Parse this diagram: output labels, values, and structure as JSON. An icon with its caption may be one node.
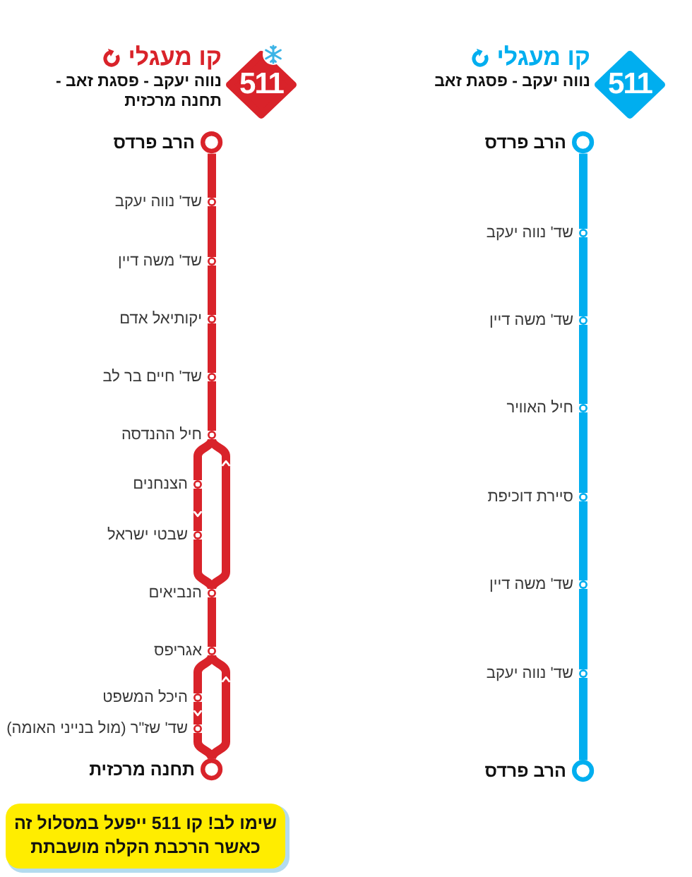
{
  "diagram": {
    "nodes": [
      {
        "text": [
          "511"
        ],
        "beside": [
          "קו מעגלי",
          "נווה יעקב - פסגת זאב - תחנה מרכזית"
        ]
      },
      {
        "text": [],
        "shape": "circle",
        "beside": [
          "הרב פרדס"
        ]
      },
      {
        "text": [],
        "shape": "circle",
        "beside": [
          "שד' נווה יעקב"
        ]
      },
      {
        "text": [],
        "shape": "circle",
        "beside": [
          "שד' משה דיין"
        ]
      },
      {
        "text": [],
        "shape": "circle",
        "beside": [
          "יקותיאל אדם"
        ]
      },
      {
        "text": [],
        "shape": "circle",
        "beside": [
          "שד' חיים בר לב"
        ]
      },
      {
        "text": [],
        "shape": "circle",
        "beside": [
          "חיל ההנדסה"
        ]
      },
      {
        "text": [],
        "shape": "circle",
        "beside": [
          "הצנחנים"
        ]
      },
      {
        "text": [],
        "shape": "circle",
        "beside": [
          "שבטי ישראל"
        ]
      },
      {
        "text": [],
        "shape": "circle",
        "beside": [
          "הנביאים"
        ]
      },
      {
        "text": [],
        "shape": "circle",
        "beside": [
          "אגריפס"
        ]
      },
      {
        "text": [],
        "shape": "circle",
        "beside": [
          "היכל המשפט"
        ]
      },
      {
        "text": [],
        "shape": "circle",
        "beside": [
          "שד' שז\"ר (מול בנייני האומה)"
        ]
      },
      {
        "text": [],
        "shape": "circle",
        "beside": [
          "תחנה מרכזית"
        ]
      },
      {
        "text": [
          "511"
        ],
        "beside": [
          "קו מעגלי",
          "נווה יעקב - פסגת זאב"
        ]
      },
      {
        "text": [],
        "shape": "circle",
        "beside": [
          "הרב פרדס"
        ]
      },
      {
        "text": [],
        "shape": "circle",
        "beside": [
          "שד' נווה יעקב"
        ]
      },
      {
        "text": [],
        "shape": "circle",
        "beside": [
          "שד' משה דיין"
        ]
      },
      {
        "text": [],
        "shape": "circle",
        "beside": [
          "חיל האוויר"
        ]
      },
      {
        "text": [],
        "shape": "circle",
        "beside": [
          "סיירת דוכיפת"
        ]
      },
      {
        "text": [],
        "shape": "circle",
        "beside": [
          "שד' משה דיין"
        ]
      },
      {
        "text": [],
        "shape": "circle",
        "beside": [
          "שד' נווה יעקב"
        ]
      },
      {
        "text": [],
        "shape": "circle",
        "beside": [
          "הרב פרדס"
        ]
      },
      {
        "text": [
          "שימו לב! קו 511 ייפעל במסלול זה כאשר הרכבת הקלה מושבתת"
        ]
      }
    ],
    "edges": [
      {
        "from": 1,
        "to": 2,
        "arrow": "none"
      },
      {
        "from": 2,
        "to": 3,
        "arrow": "none"
      },
      {
        "from": 3,
        "to": 4,
        "arrow": "none"
      },
      {
        "from": 4,
        "to": 5,
        "arrow": "none"
      },
      {
        "from": 5,
        "to": 6,
        "arrow": "none"
      },
      {
        "from": 6,
        "to": 7,
        "arrow": "none"
      },
      {
        "from": 7,
        "to": 8,
        "arrow": "to"
      },
      {
        "from": 8,
        "to": 9,
        "arrow": "none"
      },
      {
        "from": 9,
        "to": 6,
        "arrow": "to"
      },
      {
        "from": 9,
        "to": 10,
        "arrow": "none"
      },
      {
        "from": 10,
        "to": 11,
        "arrow": "none"
      },
      {
        "from": 11,
        "to": 12,
        "arrow": "to"
      },
      {
        "from": 12,
        "to": 13,
        "arrow": "none"
      },
      {
        "from": 13,
        "to": 10,
        "arrow": "to"
      },
      {
        "from": 15,
        "to": 16,
        "arrow": "none",
        "color": "#00aeef"
      },
      {
        "from": 16,
        "to": 17,
        "arrow": "none",
        "color": "#00aeef"
      },
      {
        "from": 17,
        "to": 18,
        "arrow": "none",
        "color": "#00aeef"
      },
      {
        "from": 18,
        "to": 19,
        "arrow": "none",
        "color": "#00aeef"
      },
      {
        "from": 19,
        "to": 20,
        "arrow": "none",
        "color": "#00aeef"
      },
      {
        "from": 20,
        "to": 21,
        "arrow": "none",
        "color": "#00aeef"
      },
      {
        "from": 21,
        "to": 22,
        "arrow": "none",
        "color": "#00aeef"
      }
    ]
  }
}
